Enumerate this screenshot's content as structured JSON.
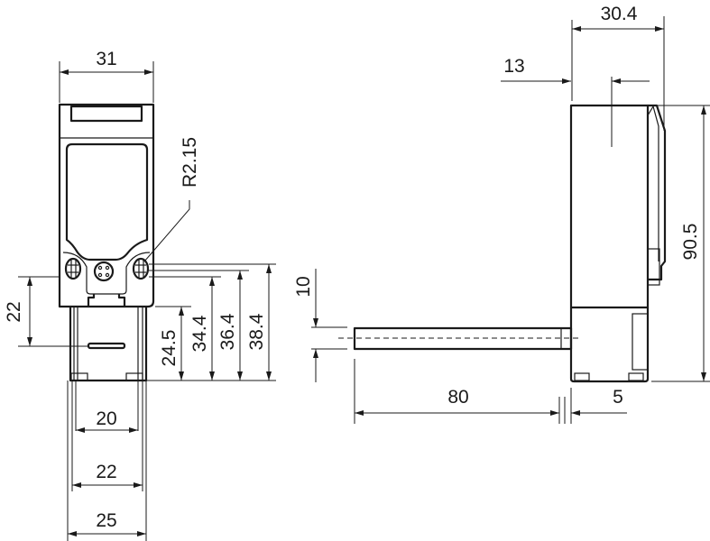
{
  "front_view": {
    "width_top": "31",
    "radius": "R2.15",
    "left_height": "22",
    "heights": [
      "24.5",
      "34.4",
      "36.4",
      "38.4"
    ],
    "bottom_widths": [
      "20",
      "22",
      "25"
    ]
  },
  "side_view": {
    "depth": "30.4",
    "offset": "13",
    "height": "90.5",
    "shaft_diameter": "10",
    "shaft_length": "80",
    "shaft_offset": "5"
  }
}
